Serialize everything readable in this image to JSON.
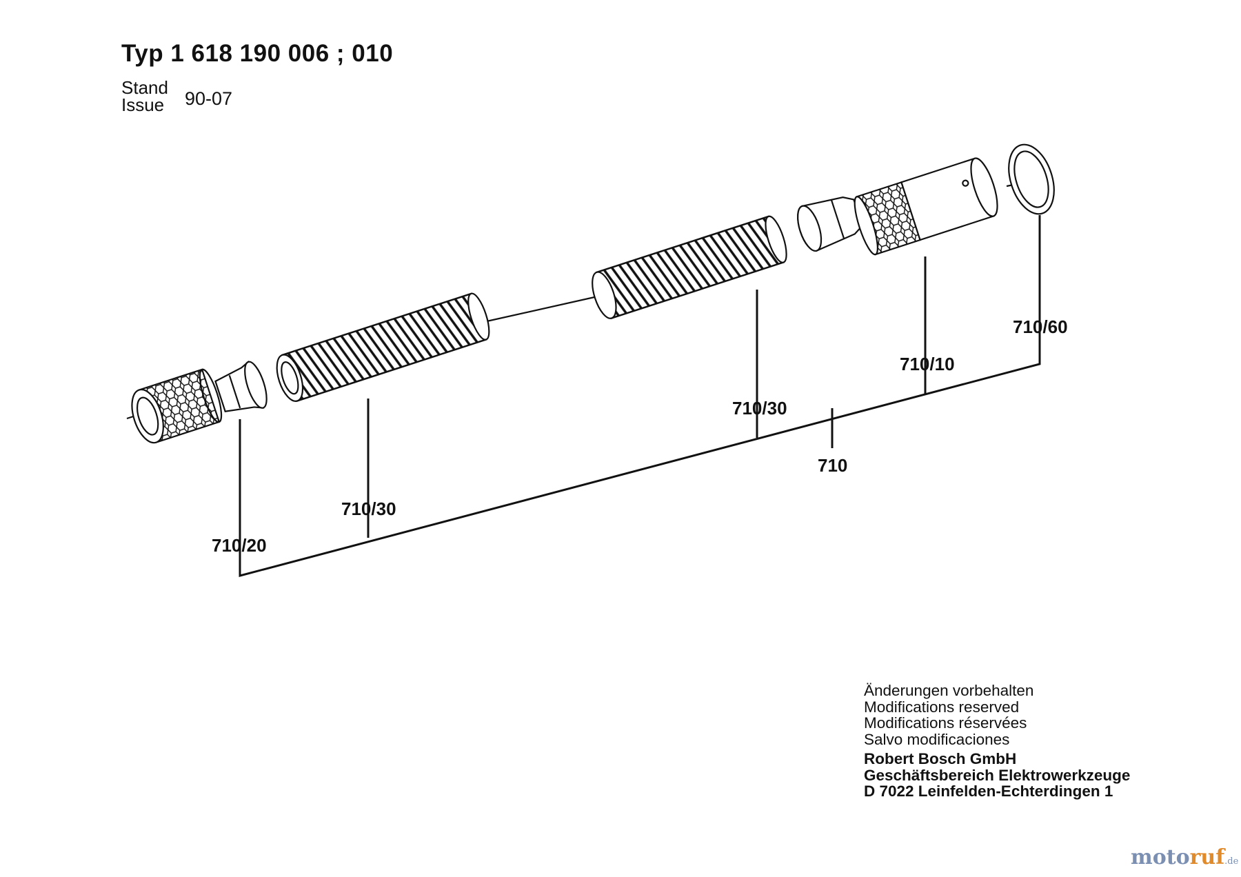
{
  "header": {
    "title": "Typ 1 618 190 006 ; 010",
    "stand_label": "Stand",
    "issue_label": "Issue",
    "issue_value": "90-07"
  },
  "callouts": {
    "assembly": "710",
    "coupling_left": "710/20",
    "hose_left": "710/30",
    "hose_right": "710/30",
    "coupling_right": "710/10",
    "ring": "710/60"
  },
  "notes": {
    "line1": "Änderungen vorbehalten",
    "line2": "Modifications reserved",
    "line3": "Modifications réservées",
    "line4": "Salvo modificaciones",
    "company1": "Robert Bosch GmbH",
    "company2": "Geschäftsbereich Elektrowerkzeuge",
    "company3": "D 7022 Leinfelden-Echterdingen 1"
  },
  "watermark": {
    "part1": "moto",
    "part2": "ruf",
    "part3": ".de"
  },
  "colors": {
    "ink": "#111111",
    "watermark_blue": "#7b8fb3",
    "watermark_orange": "#e08a2a"
  }
}
